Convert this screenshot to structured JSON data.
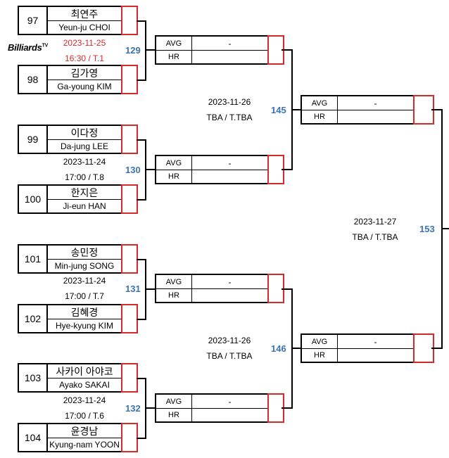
{
  "logo": {
    "text": "Billiards",
    "sup": "TV"
  },
  "players": [
    {
      "seed": "97",
      "kname": "최연주",
      "ename": "Yeun-ju CHOI"
    },
    {
      "seed": "98",
      "kname": "김가영",
      "ename": "Ga-young KIM"
    },
    {
      "seed": "99",
      "kname": "이다정",
      "ename": "Da-jung LEE"
    },
    {
      "seed": "100",
      "kname": "한지은",
      "ename": "Ji-eun HAN"
    },
    {
      "seed": "101",
      "kname": "송민정",
      "ename": "Min-jung SONG"
    },
    {
      "seed": "102",
      "kname": "김혜경",
      "ename": "Hye-kyung KIM"
    },
    {
      "seed": "103",
      "kname": "사카이 아야코",
      "ename": "Ayako SAKAI"
    },
    {
      "seed": "104",
      "kname": "윤경남",
      "ename": "Kyung-nam YOON"
    }
  ],
  "matches_r1": [
    {
      "num": "129",
      "date": "2023-11-25",
      "time": "16:30 / T.1"
    },
    {
      "num": "130",
      "date": "2023-11-24",
      "time": "17:00 / T.8"
    },
    {
      "num": "131",
      "date": "2023-11-24",
      "time": "17:00 / T.7"
    },
    {
      "num": "132",
      "date": "2023-11-24",
      "time": "17:00 / T.6"
    }
  ],
  "matches_r2": [
    {
      "num": "145",
      "date": "2023-11-26",
      "time": "TBA / T.TBA"
    },
    {
      "num": "146",
      "date": "2023-11-26",
      "time": "TBA / T.TBA"
    }
  ],
  "final": {
    "num": "153",
    "date": "2023-11-27",
    "time": "TBA / T.TBA"
  },
  "result": {
    "avg_label": "AVG",
    "hr_label": "HR",
    "avg_value": "-"
  },
  "colors": {
    "accent_red": "#d42a2a",
    "match_blue": "#3b73b3"
  }
}
